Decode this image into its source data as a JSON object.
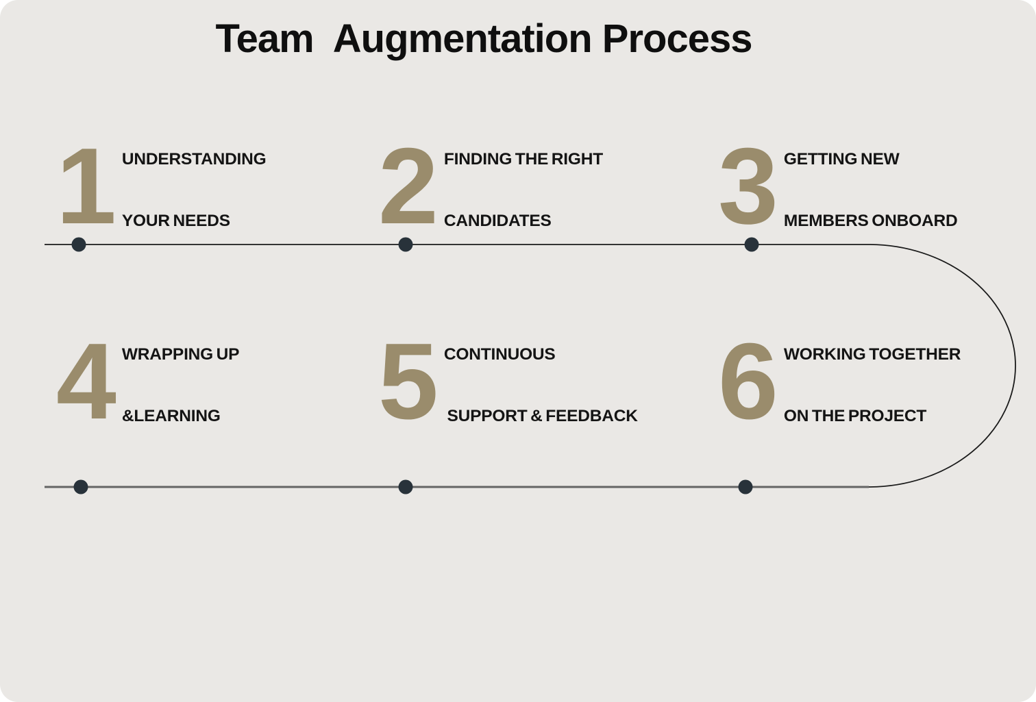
{
  "title": "Team  Augmentation Process",
  "steps": [
    {
      "number": "1",
      "line1": "UNDERSTANDING",
      "line2": "YOUR NEEDS"
    },
    {
      "number": "2",
      "line1": "FINDING THE RIGHT",
      "line2": "CANDIDATES"
    },
    {
      "number": "3",
      "line1": "GETTING NEW",
      "line2": "MEMBERS ONBOARD"
    },
    {
      "number": "4",
      "line1": "WRAPPING UP",
      "line2": "&LEARNING"
    },
    {
      "number": "5",
      "line1": "CONTINUOUS",
      "line2": " SUPPORT & FEEDBACK"
    },
    {
      "number": "6",
      "line1": "WORKING TOGETHER",
      "line2": "ON THE PROJECT"
    }
  ],
  "colors": {
    "background": "#EAE8E5",
    "step_number": "#9A8C6C",
    "dot": "#28323A",
    "top_rail": "#1A1A1A",
    "bottom_rail": "#646464",
    "text": "#141414",
    "title": "#0F0F0F"
  }
}
